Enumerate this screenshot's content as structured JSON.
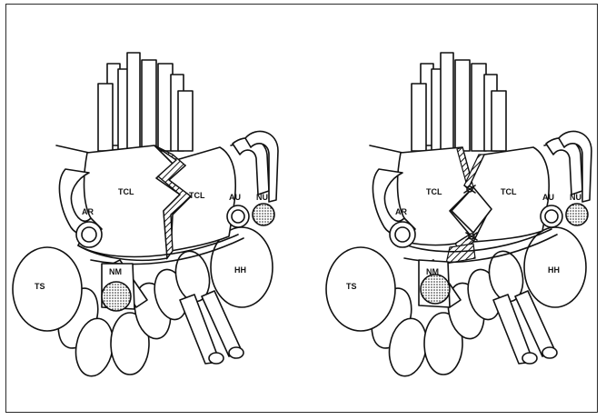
{
  "figure": {
    "panels": [
      {
        "name": "left",
        "labels": {
          "tcl_left": "TCL",
          "tcl_right": "TCL",
          "ar": "AR",
          "au": "AU",
          "nu": "NU",
          "nm": "NM",
          "ts": "TS",
          "hh": "HH"
        }
      },
      {
        "name": "right",
        "labels": {
          "tcl_left": "TCL",
          "tcl_right": "TCL",
          "ar": "AR",
          "au": "AU",
          "nu": "NU",
          "nm": "NM",
          "ts": "TS",
          "hh": "HH"
        }
      }
    ]
  },
  "colors": {
    "ink": "#111111",
    "background": "#ffffff"
  }
}
